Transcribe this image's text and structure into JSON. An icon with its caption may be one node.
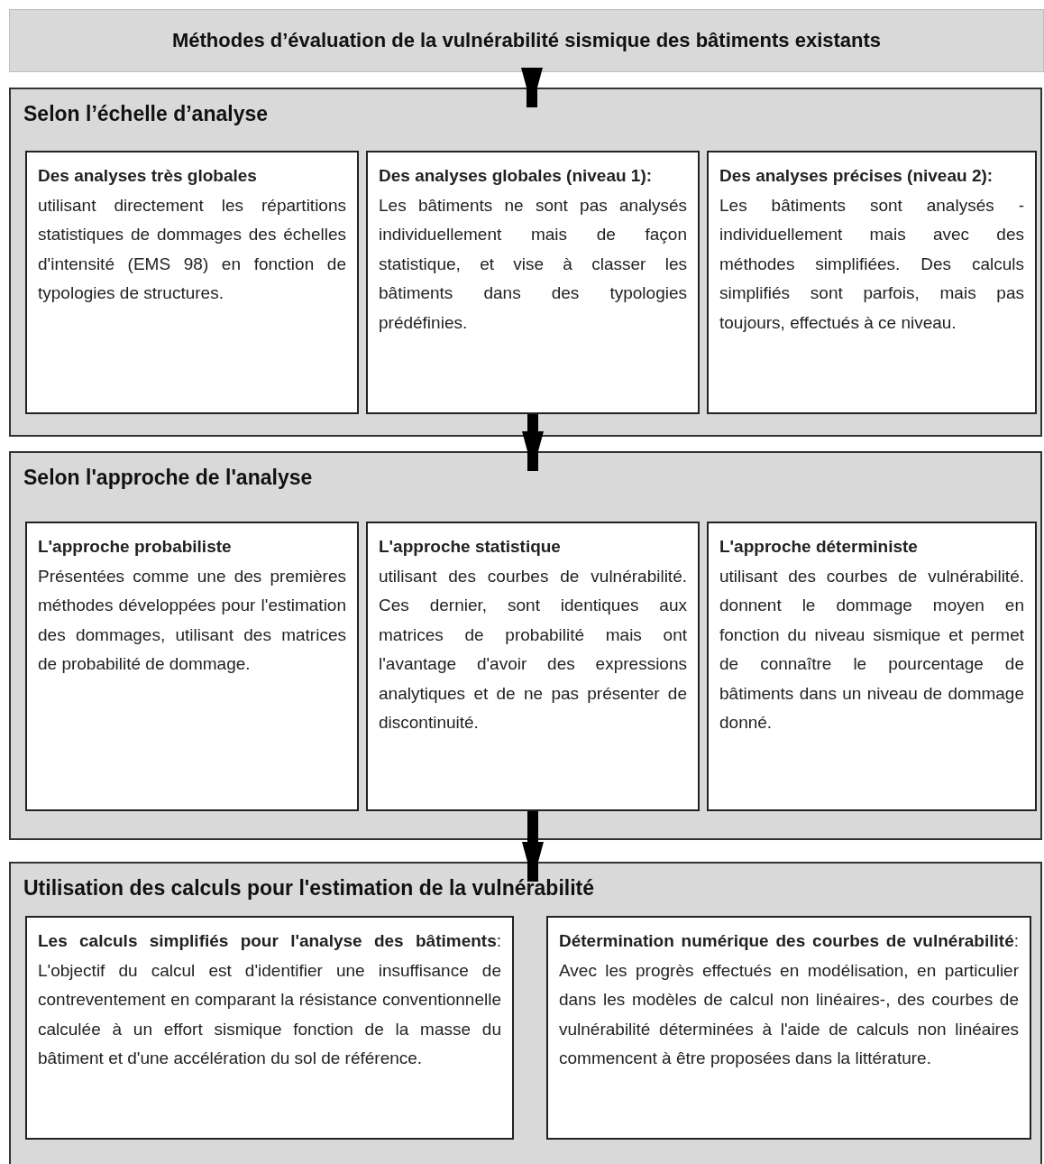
{
  "diagram": {
    "nodes": [
      {
        "text": [
          "Méthodes d’évaluation de la vulnérabilité sismique des bâtiments existants"
        ]
      },
      {
        "text": [
          "Selon l’échelle d’analyse"
        ]
      },
      {
        "text": [
          "Des analyses très globales",
          "utilisant directement les répartitions statistiques de dommages des échelles d'intensité (EMS 98) en fonction de typologies de structures."
        ],
        "in": 1
      },
      {
        "text": [
          "Des analyses globales (niveau 1):",
          "Les bâtiments ne sont pas analysés individuellement mais de façon statistique, et vise à classer les bâtiments dans des typologies prédéfinies."
        ],
        "in": 1
      },
      {
        "text": [
          "Des analyses précises (niveau 2):",
          "Les bâtiments sont analysés - individuellement mais avec des méthodes simplifiées. Des calculs simplifiés sont parfois, mais pas toujours, effectués à ce niveau."
        ],
        "in": 1
      },
      {
        "text": [
          "Selon l'approche de l'analyse"
        ]
      },
      {
        "text": [
          "L'approche probabiliste",
          "Présentées comme une des premières méthodes développées pour l'estimation des dommages, utilisant des matrices de probabilité de dommage."
        ],
        "in": 5
      },
      {
        "text": [
          "L'approche statistique",
          "utilisant des courbes de vulnérabilité. Ces dernier, sont identiques aux matrices de probabilité mais ont l'avantage d'avoir des expressions analytiques et de ne pas présenter de discontinuité."
        ],
        "in": 5
      },
      {
        "text": [
          "L'approche déterministe",
          "utilisant des courbes de vulnérabilité. donnent le dommage moyen en fonction du niveau sismique et permet de connaître le pourcentage de bâtiments dans un niveau de dommage donné."
        ],
        "in": 5
      },
      {
        "text": [
          "Utilisation des calculs pour l'estimation de la vulnérabilité"
        ]
      },
      {
        "text": [
          "**Les calculs simplifiés pour l'analyse des bâtiments**: L'objectif du calcul est d'identifier une insuffisance de contreventement en comparant la résistance conventionnelle calculée à un effort sismique fonction de la masse du bâtiment et d'une accélération du sol de référence."
        ],
        "in": 9
      },
      {
        "text": [
          "**Détermination numérique des courbes de vulnérabilité**: Avec les progrès effectués en modélisation, en particulier dans les modèles de calcul non linéaires-, des courbes de vulnérabilité déterminées à l'aide de calculs non linéaires commencent à être proposées dans la littérature."
        ],
        "in": 9
      }
    ],
    "edges": [
      {
        "from": 0,
        "to": 1,
        "arrow": "to"
      },
      {
        "from": 3,
        "to": 5,
        "arrow": "to"
      },
      {
        "from": 7,
        "to": 9,
        "arrow": "to"
      }
    ]
  }
}
